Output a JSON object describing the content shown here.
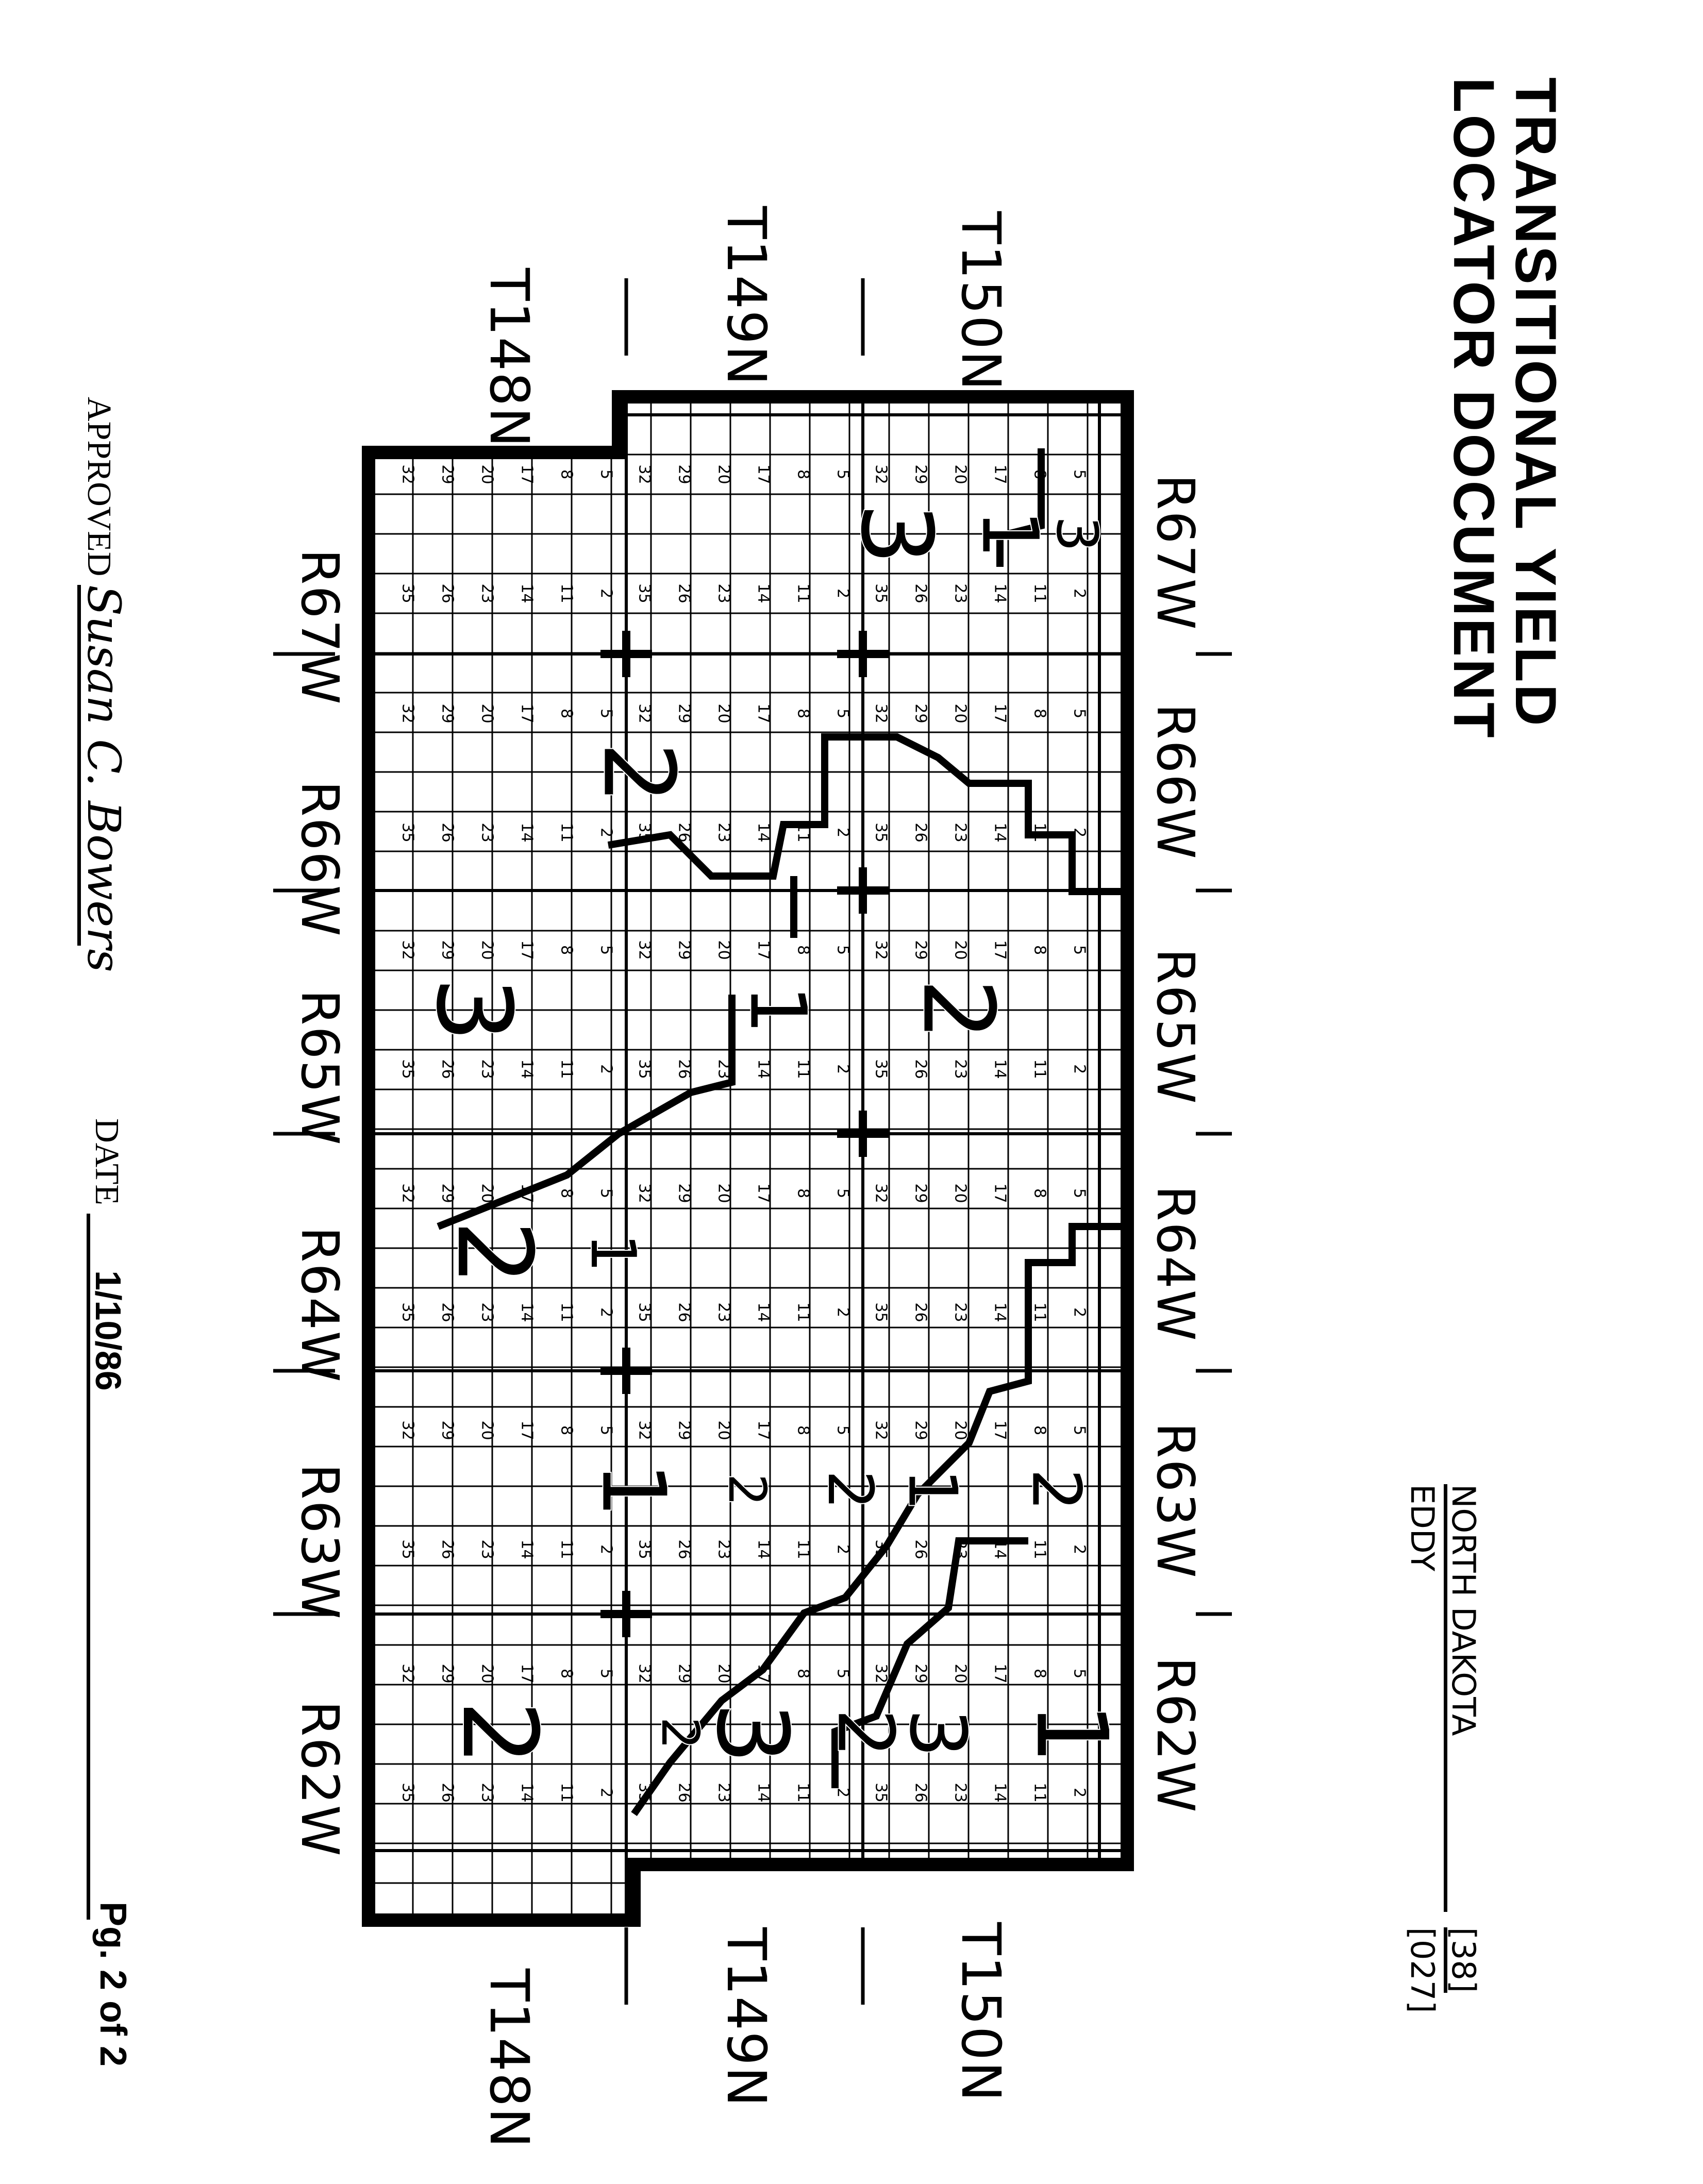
{
  "header": {
    "title_line1": "TRANSITIONAL YIELD",
    "title_line2": "LOCATOR DOCUMENT",
    "state": "NORTH DAKOTA",
    "state_code": "[38]",
    "county": "EDDY",
    "county_code": "[027]"
  },
  "townships": {
    "t150": "T150N",
    "t149": "T149N",
    "t148": "T148N"
  },
  "ranges": [
    "R67W",
    "R66W",
    "R65W",
    "R64W",
    "R63W",
    "R62W"
  ],
  "map": {
    "section_labels_col_a": [
      "5",
      "8",
      "17",
      "20",
      "29",
      "32"
    ],
    "section_labels_col_b": [
      "2",
      "11",
      "14",
      "23",
      "26",
      "35"
    ],
    "zone_labels": [
      "3",
      "1",
      "3",
      "2",
      "1",
      "2",
      "3",
      "1",
      "2",
      "2",
      "1",
      "2",
      "1",
      "3",
      "2",
      "3",
      "2",
      "2",
      "1",
      "2"
    ]
  },
  "footer": {
    "approved_label": "APPROVED",
    "signature": "Susan C. Bowers",
    "date_label": "DATE",
    "date_value": "1/10/86",
    "page": "Pg. 2 of 2"
  }
}
